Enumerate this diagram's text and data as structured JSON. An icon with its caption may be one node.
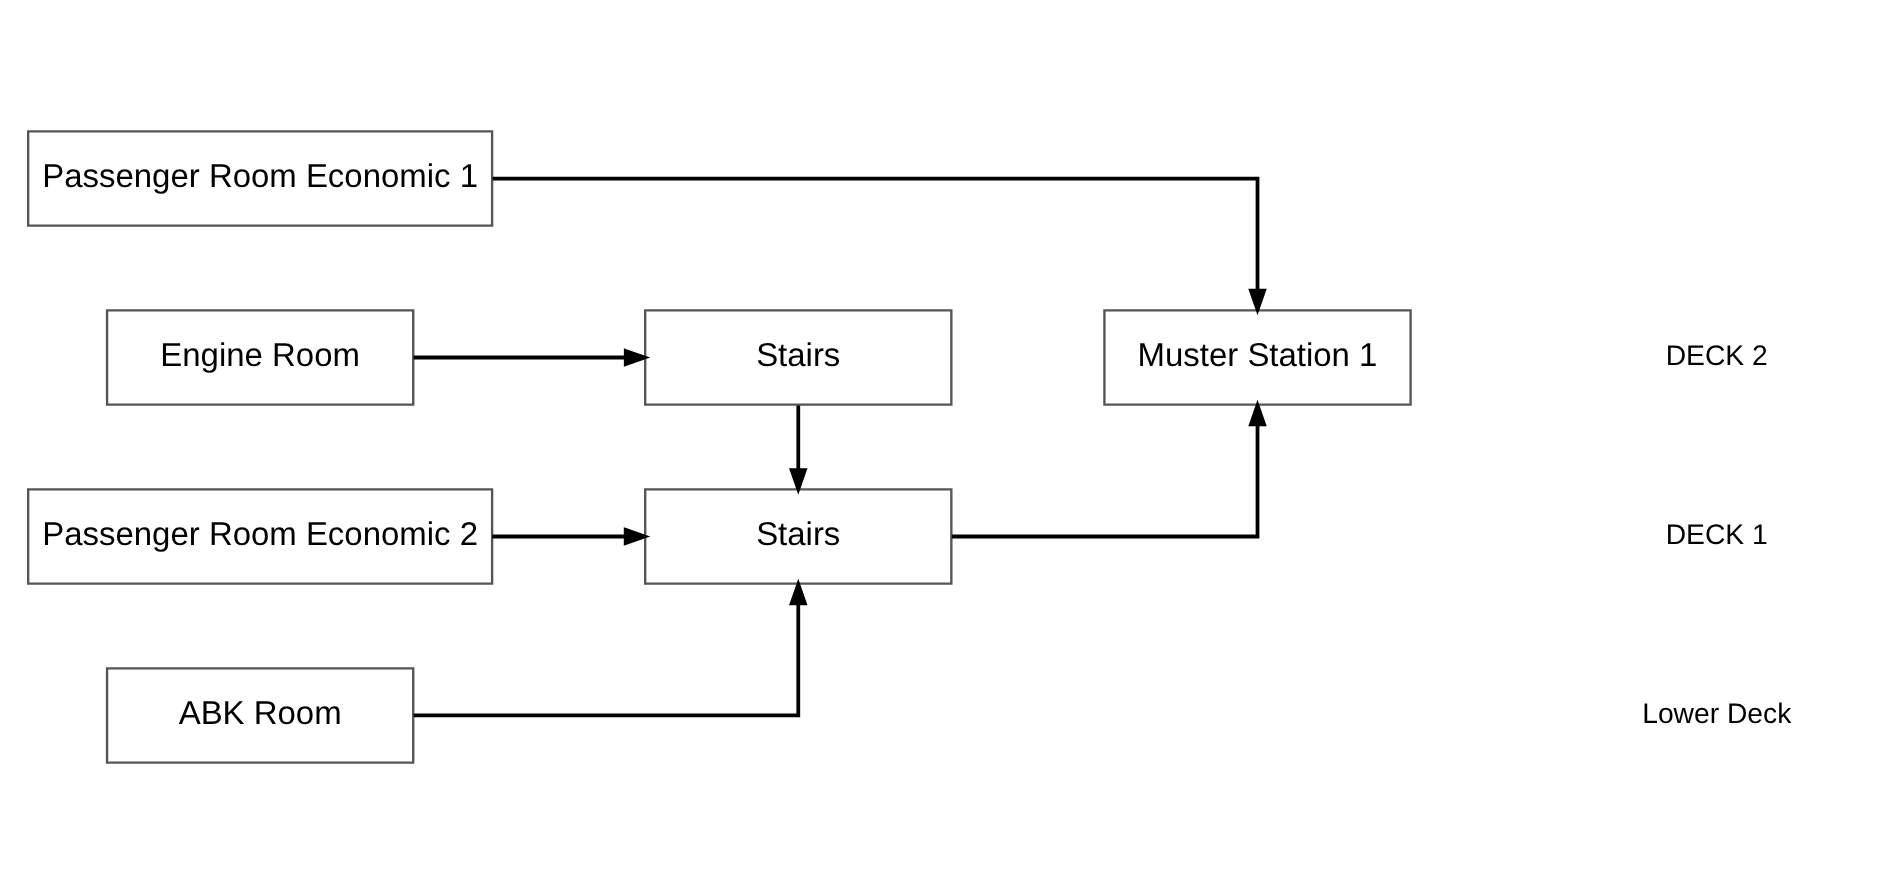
{
  "diagram": {
    "nodes": [
      {
        "text": [
          "Passenger Room Economic 1"
        ]
      },
      {
        "text": [
          "Muster Station 1"
        ]
      },
      {
        "text": [
          "Passenger Room Economic 2"
        ]
      },
      {
        "text": [
          "Stairs"
        ]
      },
      {
        "text": [
          "ABK Room"
        ]
      },
      {
        "text": [
          "Engine Room"
        ]
      },
      {
        "text": [
          "Stairs"
        ]
      }
    ],
    "edges": [
      {
        "from": 0,
        "to": 1,
        "arrow": "to"
      },
      {
        "from": 2,
        "to": 3,
        "arrow": "to"
      },
      {
        "from": 4,
        "to": 3,
        "arrow": "to"
      },
      {
        "from": 3,
        "to": 1,
        "arrow": "to"
      },
      {
        "from": 5,
        "to": 6,
        "arrow": "to"
      },
      {
        "from": 6,
        "to": 3,
        "arrow": "to"
      }
    ],
    "labels": [
      "DECK 2",
      "DECK 1",
      "Lower Deck"
    ]
  }
}
